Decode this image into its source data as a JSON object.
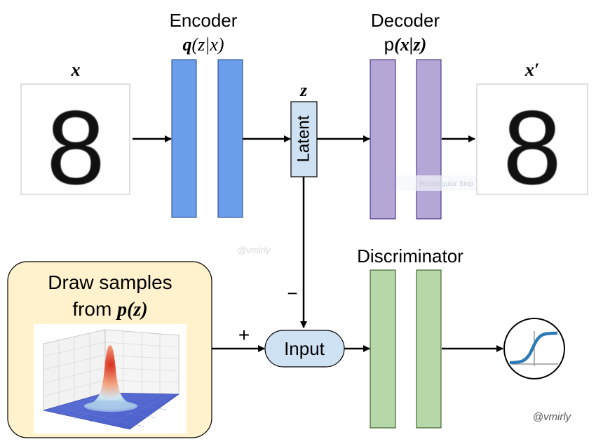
{
  "encoder": {
    "title": "Encoder",
    "formula_q": "q",
    "formula_rest": "(z|x)"
  },
  "decoder": {
    "title": "Decoder",
    "formula_p": "p",
    "formula_rest": "(x|z)"
  },
  "input_image": {
    "label": "x",
    "digit": "8"
  },
  "output_image": {
    "label": "x′",
    "digit": "8"
  },
  "latent": {
    "symbol": "z",
    "label": "Latent"
  },
  "discriminator": {
    "title": "Discriminator"
  },
  "input_node": {
    "label": "Input"
  },
  "signs": {
    "minus": "−",
    "plus": "+"
  },
  "prior_panel": {
    "line1": "Draw samples",
    "line2_prefix": "from ",
    "line2_formula": "p(z)"
  },
  "watermark": {
    "main": "@vmirly",
    "faint": "@vmirly",
    "snip_label": "Rectangular Snip"
  },
  "colors": {
    "encoder": "#6d9eeb",
    "decoder": "#b4a7d6",
    "discriminator": "#b6d7a8",
    "latent": "#cfe2f3",
    "input_node": "#cfe2f3",
    "prior_panel": "#fff2cc",
    "sigmoid": "#2d7bb6"
  }
}
